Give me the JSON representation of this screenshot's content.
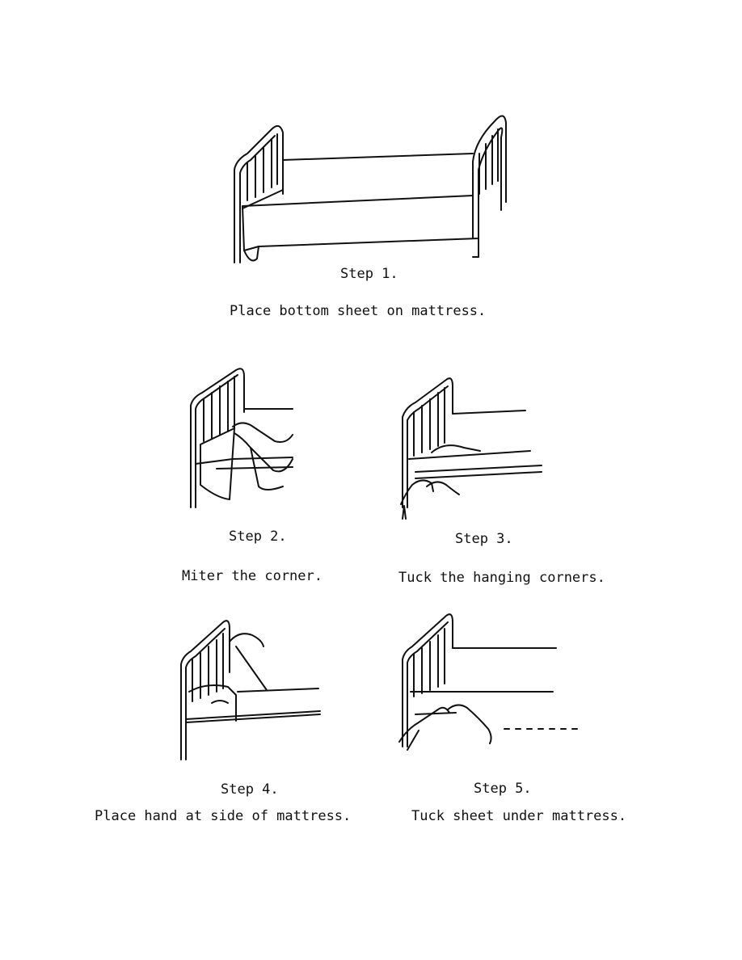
{
  "steps": [
    {
      "number": "Step 1.",
      "text": "Place bottom sheet on mattress."
    },
    {
      "number": "Step 2.",
      "text": "Miter the corner."
    },
    {
      "number": "Step 3.",
      "text": "Tuck the hanging corners."
    },
    {
      "number": "Step 4.",
      "text": "Place hand at side of mattress."
    },
    {
      "number": "Step 5.",
      "text": "Tuck sheet under mattress."
    }
  ]
}
